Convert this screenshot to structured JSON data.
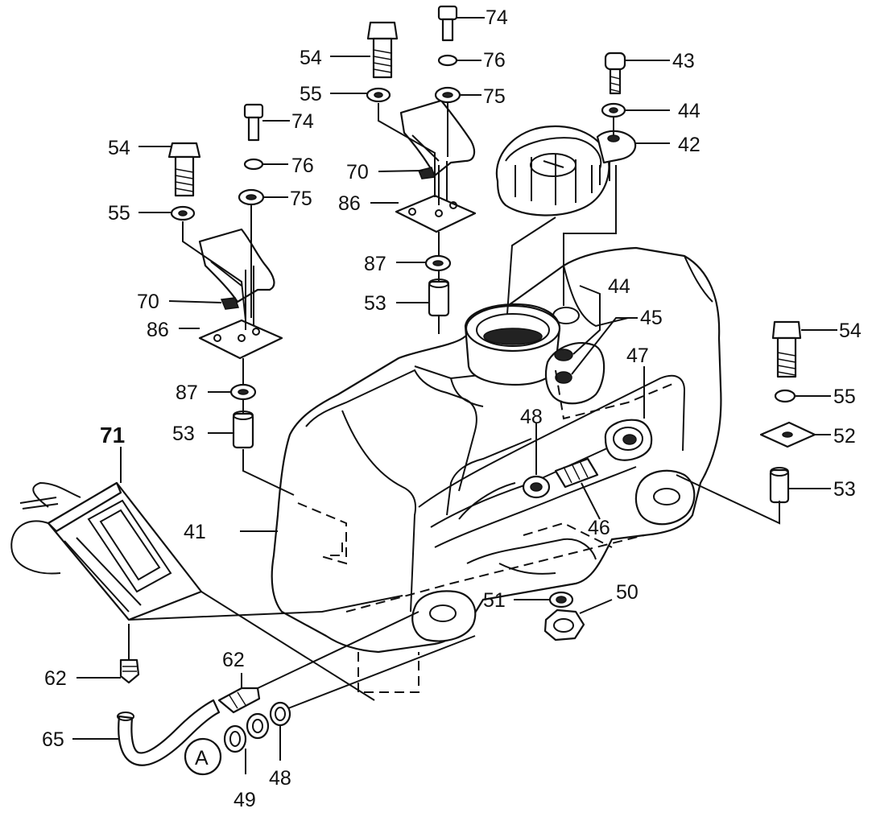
{
  "callouts": [
    {
      "id": "c-74a",
      "text": "74"
    },
    {
      "id": "c-76a",
      "text": "76"
    },
    {
      "id": "c-75a",
      "text": "75"
    },
    {
      "id": "c-54a",
      "text": "54"
    },
    {
      "id": "c-55a",
      "text": "55"
    },
    {
      "id": "c-74b",
      "text": "74"
    },
    {
      "id": "c-76b",
      "text": "76"
    },
    {
      "id": "c-75b",
      "text": "75"
    },
    {
      "id": "c-54b",
      "text": "54"
    },
    {
      "id": "c-55b",
      "text": "55"
    },
    {
      "id": "c-70a",
      "text": "70"
    },
    {
      "id": "c-86a",
      "text": "86"
    },
    {
      "id": "c-87a",
      "text": "87"
    },
    {
      "id": "c-53a",
      "text": "53"
    },
    {
      "id": "c-70b",
      "text": "70"
    },
    {
      "id": "c-86b",
      "text": "86"
    },
    {
      "id": "c-87b",
      "text": "87"
    },
    {
      "id": "c-53b",
      "text": "53"
    },
    {
      "id": "c-43",
      "text": "43"
    },
    {
      "id": "c-44a",
      "text": "44"
    },
    {
      "id": "c-42",
      "text": "42"
    },
    {
      "id": "c-44b",
      "text": "44"
    },
    {
      "id": "c-45",
      "text": "45"
    },
    {
      "id": "c-47",
      "text": "47"
    },
    {
      "id": "c-48a",
      "text": "48"
    },
    {
      "id": "c-46",
      "text": "46"
    },
    {
      "id": "c-54c",
      "text": "54"
    },
    {
      "id": "c-55c",
      "text": "55"
    },
    {
      "id": "c-52",
      "text": "52"
    },
    {
      "id": "c-53c",
      "text": "53"
    },
    {
      "id": "c-71",
      "text": "71"
    },
    {
      "id": "c-41",
      "text": "41"
    },
    {
      "id": "c-51",
      "text": "51"
    },
    {
      "id": "c-50",
      "text": "50"
    },
    {
      "id": "c-62a",
      "text": "62"
    },
    {
      "id": "c-62b",
      "text": "62"
    },
    {
      "id": "c-65",
      "text": "65"
    },
    {
      "id": "c-48b",
      "text": "48"
    },
    {
      "id": "c-49",
      "text": "49"
    }
  ],
  "detail_marker": "A"
}
